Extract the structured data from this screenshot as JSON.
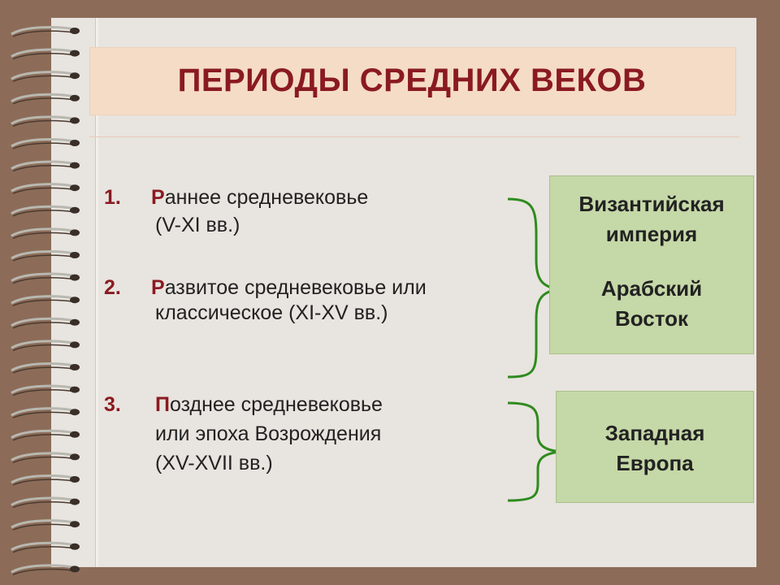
{
  "title": "ПЕРИОДЫ СРЕДНИХ ВЕКОВ",
  "periods": [
    {
      "number": "1.",
      "initial": "Р",
      "rest": "аннее средневековье",
      "line2": "(V-XI вв.)"
    },
    {
      "number": "2.",
      "initial": "Р",
      "rest": "азвитое средневековье или",
      "line2": "классическое (XI-XV вв.)"
    },
    {
      "number": "3.",
      "initial": "П",
      "rest": "озднее средневековье",
      "line2": "или эпоха Возрождения",
      "line3": "(XV-XVII вв.)"
    }
  ],
  "regions": {
    "east": {
      "line1": "Византийская",
      "line2": "империя",
      "line3": "Арабский",
      "line4": "Восток"
    },
    "west": {
      "line1": "Западная",
      "line2": "Европа"
    }
  },
  "colors": {
    "title": "#8a1a22",
    "title_band": "#f5dcc6",
    "box_fill": "#c5d8a7",
    "brace": "#2e8b1e",
    "frame": "#8c6c58"
  }
}
